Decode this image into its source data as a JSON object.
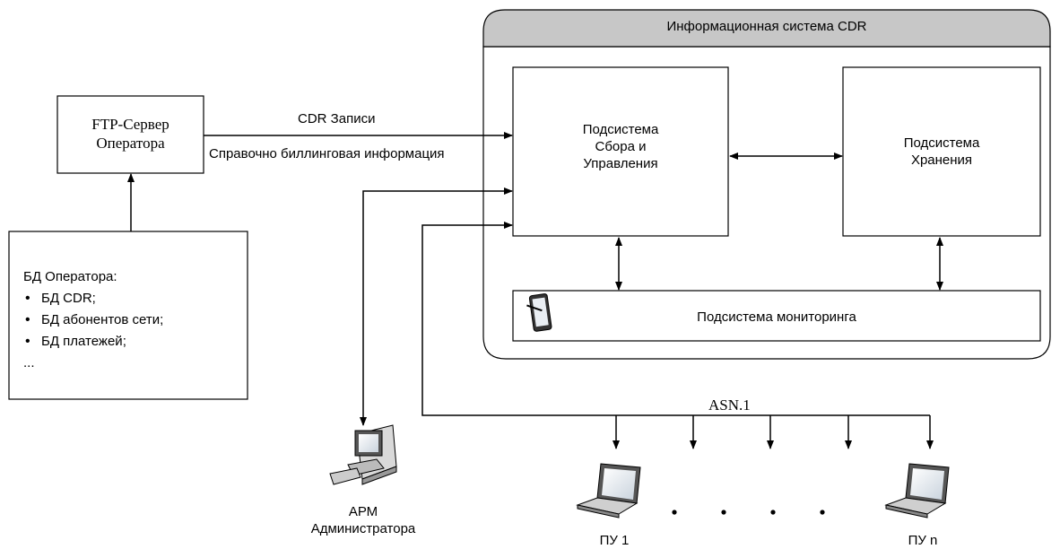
{
  "system": {
    "title": "Информационная система CDR",
    "collection_subsystem": [
      "Подсистема",
      "Сбора и",
      "Управления"
    ],
    "storage_subsystem": [
      "Подсистема",
      "Хранения"
    ],
    "monitoring_subsystem": "Подсистема мониторинга"
  },
  "ftp_server": [
    "FTP-Сервер",
    "Оператора"
  ],
  "operator_db": {
    "title": "БД Оператора:",
    "items": [
      "БД CDR;",
      "БД абонентов сети;",
      "БД платежей;"
    ],
    "more": "..."
  },
  "flows": {
    "cdr_records": "CDR Записи",
    "billing_info": "Справочно биллинговая информация",
    "asn": "ASN.1"
  },
  "admin_workstation": [
    "АРМ",
    "Администратора"
  ],
  "control_points": {
    "first": "ПУ 1",
    "last": "ПУ n",
    "ellipsis_dots": 4
  },
  "icons": [
    "tablet-icon",
    "desktop-computer-icon",
    "laptop-icon"
  ]
}
